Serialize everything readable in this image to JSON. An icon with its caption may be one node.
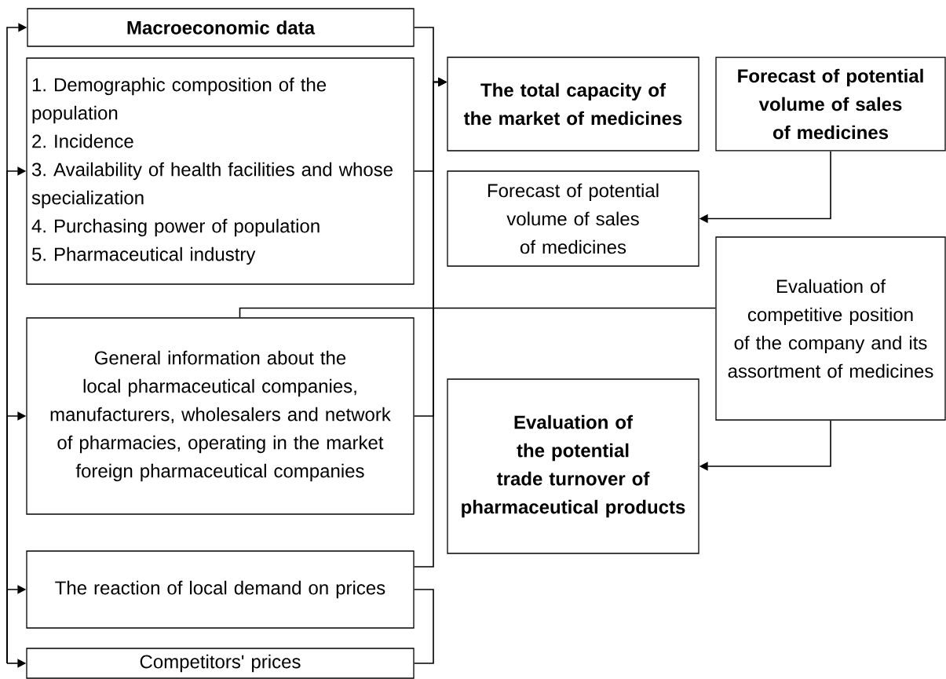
{
  "diagram": {
    "nodes": [
      {
        "text": [
          "Macroeconomic data"
        ]
      },
      {
        "text": [
          "1. Demographic composition of the population",
          "2. Incidence",
          "3. Availability of health facilities and whose specialization",
          "4. Purchasing power of population",
          "5. Pharmaceutical industry"
        ]
      },
      {
        "text": [
          "The total capacity of the market of medicines"
        ]
      },
      {
        "text": [
          "Forecast of potential volume of sales of medicines"
        ]
      },
      {
        "text": [
          "Forecast of potential volume of sales of medicines"
        ]
      },
      {
        "text": [
          "Evaluation of competitive position of the company and its assortment of medicines"
        ]
      },
      {
        "text": [
          "General information about the local pharmaceutical companies, manufacturers, wholesalers and network of pharmacies, operating in the market foreign pharmaceutical companies"
        ]
      },
      {
        "text": [
          "The reaction of local demand on prices"
        ]
      },
      {
        "text": [
          "Competitors' prices"
        ]
      },
      {
        "text": [
          "Evaluation of the potential trade turnover of pharmaceutical products"
        ]
      }
    ],
    "edges": [
      {
        "from": 0,
        "to": 2,
        "arrow": "to"
      },
      {
        "from": 1,
        "to": 2,
        "arrow": "to"
      },
      {
        "from": 6,
        "to": 2,
        "arrow": "to"
      },
      {
        "from": 7,
        "to": 2,
        "arrow": "to"
      },
      {
        "from": 7,
        "to": 8,
        "arrow": "none"
      },
      {
        "from": 3,
        "to": 4,
        "arrow": "to"
      },
      {
        "from": 6,
        "to": 5,
        "arrow": "none"
      },
      {
        "from": 5,
        "to": 9,
        "arrow": "to"
      },
      {
        "from": null,
        "to": 0,
        "arrow": "to"
      },
      {
        "from": null,
        "to": 1,
        "arrow": "to"
      },
      {
        "from": null,
        "to": 6,
        "arrow": "to"
      },
      {
        "from": null,
        "to": 7,
        "arrow": "to"
      },
      {
        "from": null,
        "to": 8,
        "arrow": "to"
      }
    ]
  }
}
